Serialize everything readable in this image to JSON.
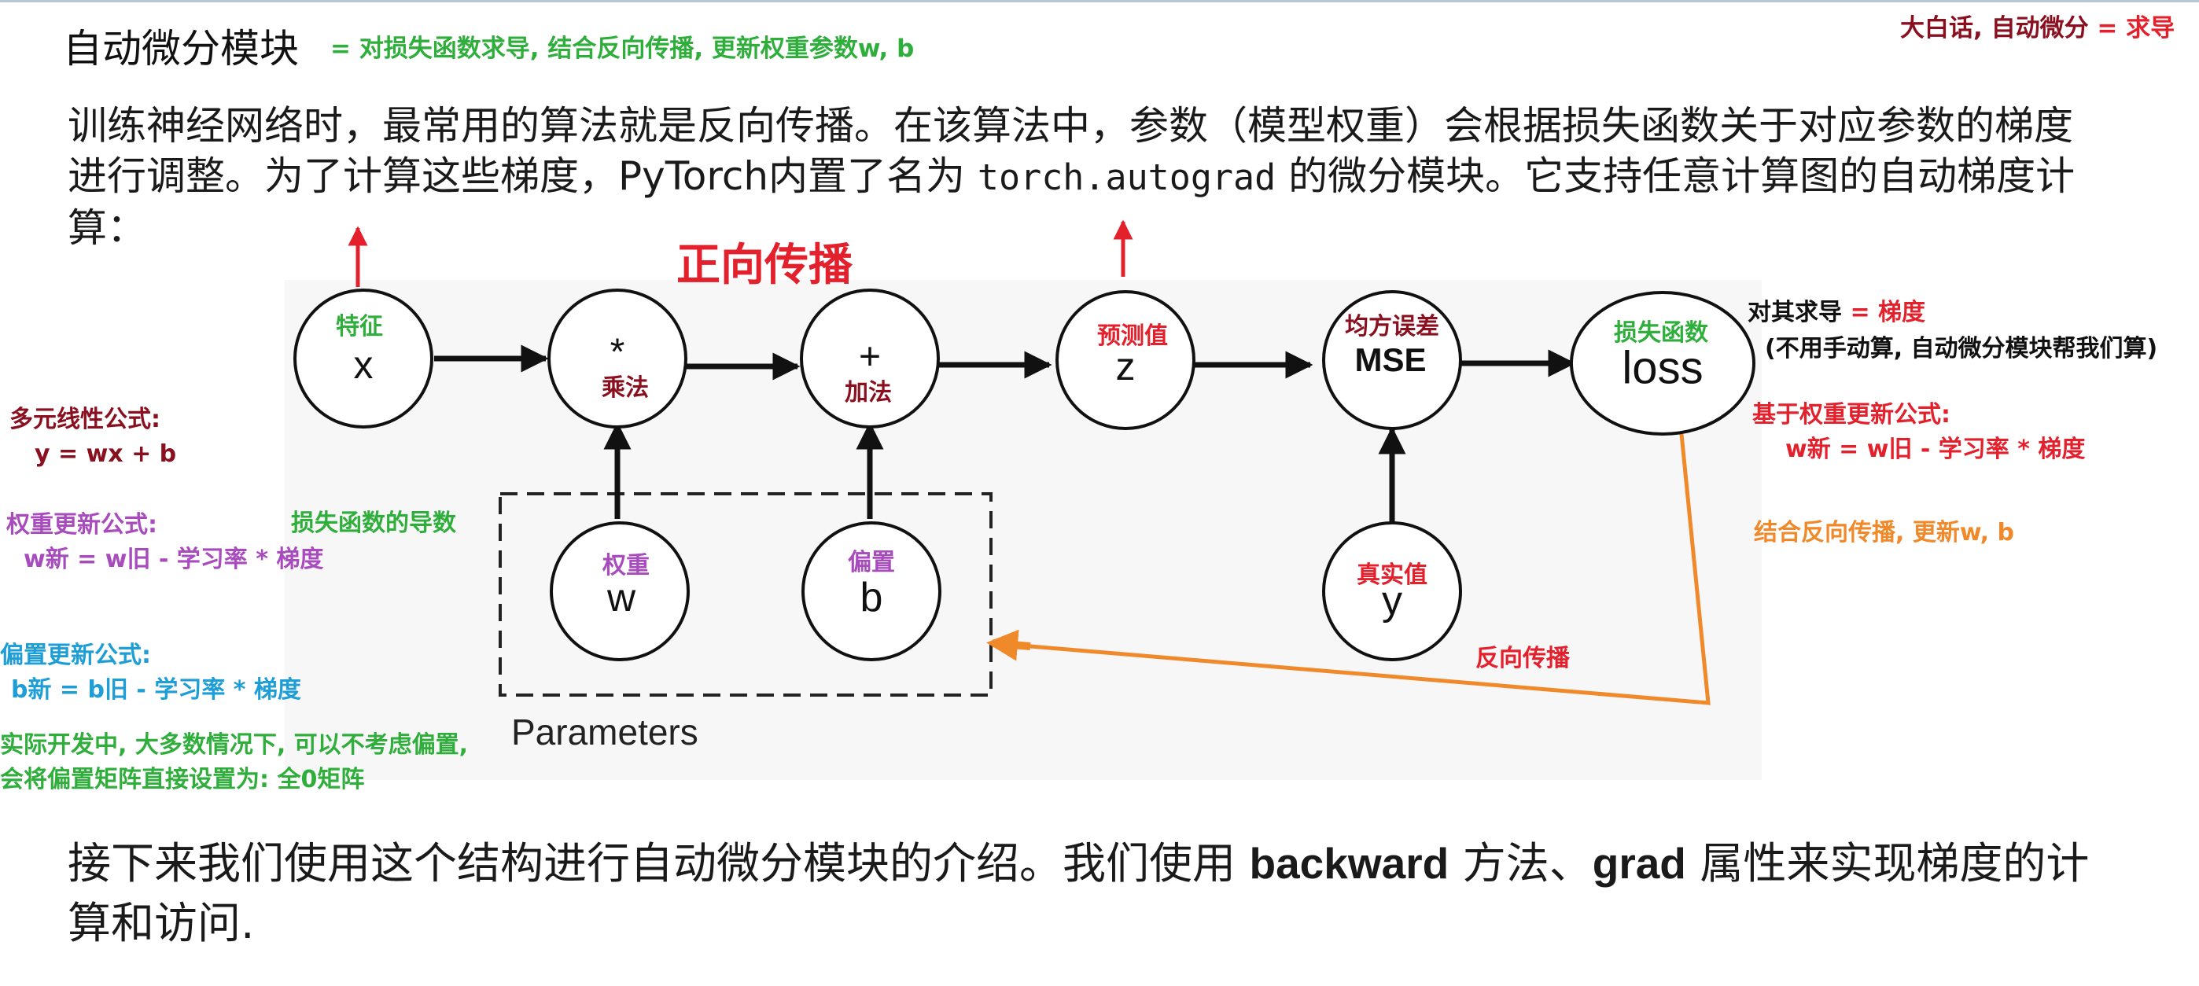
{
  "header": {
    "title": "自动微分模块",
    "title_note": "= 对损失函数求导, 结合反向传播, 更新权重参数w, b",
    "top_right_note_prefix": "大白话, 自动微分",
    "top_right_note_eq": " = ",
    "top_right_note_suffix": "求导"
  },
  "intro": {
    "text_1": "训练神经网络时，最常用的算法就是反向传播。在该算法中，参数（模型权重）会根据损失函数关于对应参数的梯度进行调整。为了计算这些梯度，PyTorch内置了名为 ",
    "code": "torch.autograd",
    "text_2": " 的微分模块。它支持任意计算图的自动梯度计算："
  },
  "diagram": {
    "forward_heading": "正向传播",
    "backward_label": "反向传播",
    "parameters_label": "Parameters",
    "nodes": [
      {
        "id": "x",
        "glyph": "x",
        "label": "特征",
        "label_color": "#2fae3c"
      },
      {
        "id": "mul",
        "glyph": "*",
        "label": "乘法",
        "label_color": "#8a1020"
      },
      {
        "id": "add",
        "glyph": "+",
        "label": "加法",
        "label_color": "#8a1020"
      },
      {
        "id": "z",
        "glyph": "z",
        "label": "预测值",
        "label_color": "#e3212d"
      },
      {
        "id": "mse",
        "glyph": "MSE",
        "label": "均方误差",
        "label_color": "#8a1020"
      },
      {
        "id": "loss",
        "glyph": "loss",
        "label": "损失函数",
        "label_color": "#2fae3c"
      },
      {
        "id": "w",
        "glyph": "w",
        "label": "权重",
        "label_color": "#a84bbd"
      },
      {
        "id": "b",
        "glyph": "b",
        "label": "偏置",
        "label_color": "#a84bbd"
      },
      {
        "id": "y",
        "glyph": "y",
        "label": "真实值",
        "label_color": "#e3212d"
      }
    ]
  },
  "left_notes": {
    "linear_title": "多元线性公式:",
    "linear_formula": "y = wx + b",
    "weight_title": "权重更新公式:",
    "weight_formula": "w新 = w旧 - 学习率 * 梯度",
    "loss_derivative": "损失函数的导数",
    "bias_title": "偏置更新公式:",
    "bias_formula": "b新 = b旧 - 学习率 * 梯度",
    "practice_line1": "实际开发中, 大多数情况下, 可以不考虑偏置,",
    "practice_line2": "会将偏置矩阵直接设置为: 全0矩阵"
  },
  "right_notes": {
    "derive_prefix": "对其求导",
    "derive_eq": " = 梯度",
    "derive_sub": "(不用手动算, 自动微分模块帮我们算)",
    "update_title": "基于权重更新公式:",
    "update_formula": "w新 = w旧 - 学习率 * 梯度",
    "backprop_note": "结合反向传播, 更新w, b"
  },
  "outro": {
    "text_1": "接下来我们使用这个结构进行自动微分模块的介绍。我们使用 ",
    "kw_1": "backward",
    "text_2": " 方法、",
    "kw_2": "grad",
    "text_3": " 属性来实现梯度的计算和访问."
  },
  "colors": {
    "green": "#2fae3c",
    "maroon": "#8a1020",
    "red": "#e3212d",
    "purple": "#a84bbd",
    "blue": "#1e9ed6",
    "orange": "#f0892a"
  }
}
